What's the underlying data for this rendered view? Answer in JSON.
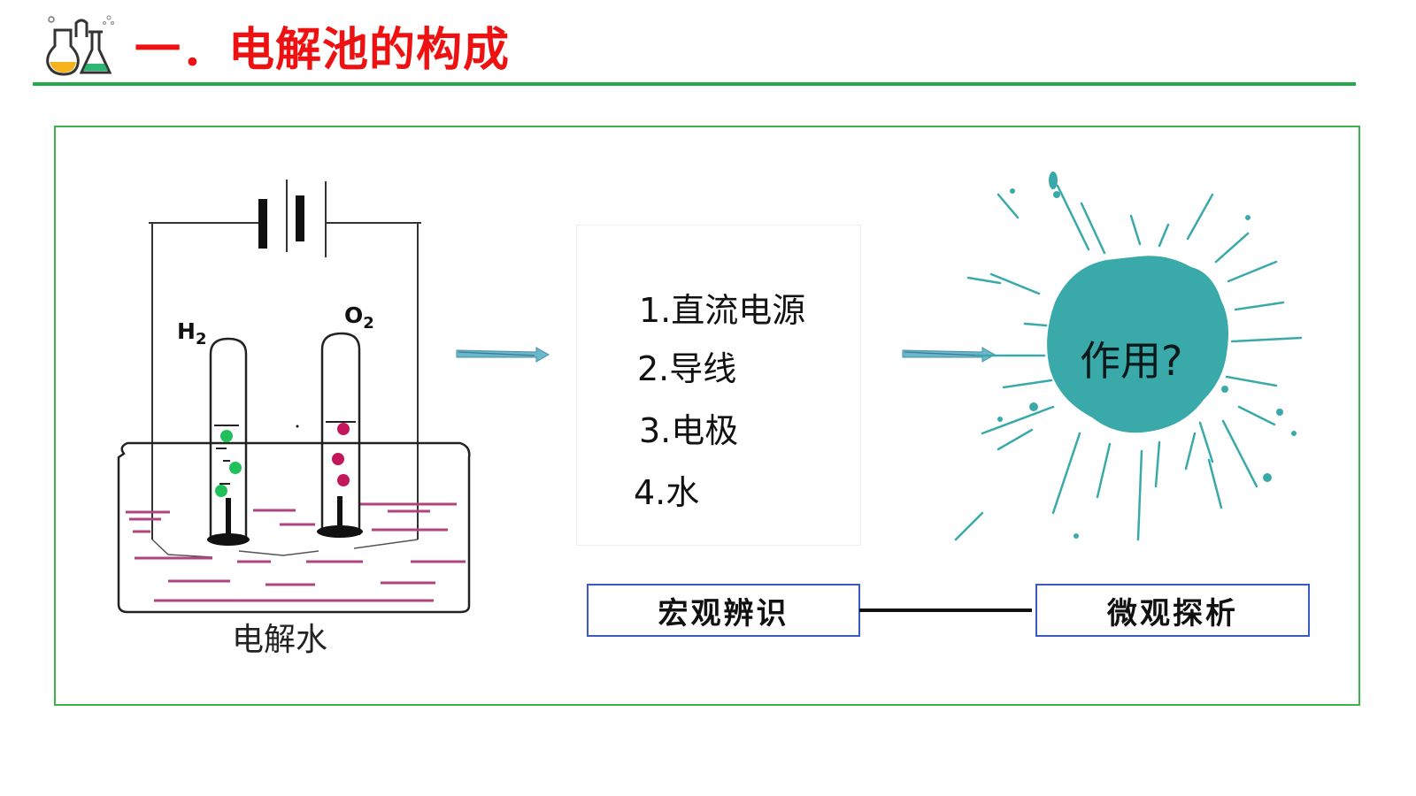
{
  "header": {
    "title": "一．电解池的构成",
    "icon": "lab-flask-icon",
    "title_color": "#ee1111",
    "rule_color": "#22a94a"
  },
  "diagram": {
    "label_h2": "H",
    "label_h2_sub": "2",
    "label_o2": "O",
    "label_o2_sub": "2",
    "caption": "电解水",
    "h2_bubble_color": "#22c05a",
    "o2_bubble_color": "#c2185b",
    "water_line_color": "#b0447e"
  },
  "components": {
    "items": [
      "1.直流电源",
      "2.导线",
      "3.电极",
      "4.水"
    ]
  },
  "splash": {
    "question": "作用?",
    "color": "#3aa9a9"
  },
  "tags": {
    "left": "宏观辨识",
    "right": "微观探析",
    "border_color": "#3b59c2"
  }
}
